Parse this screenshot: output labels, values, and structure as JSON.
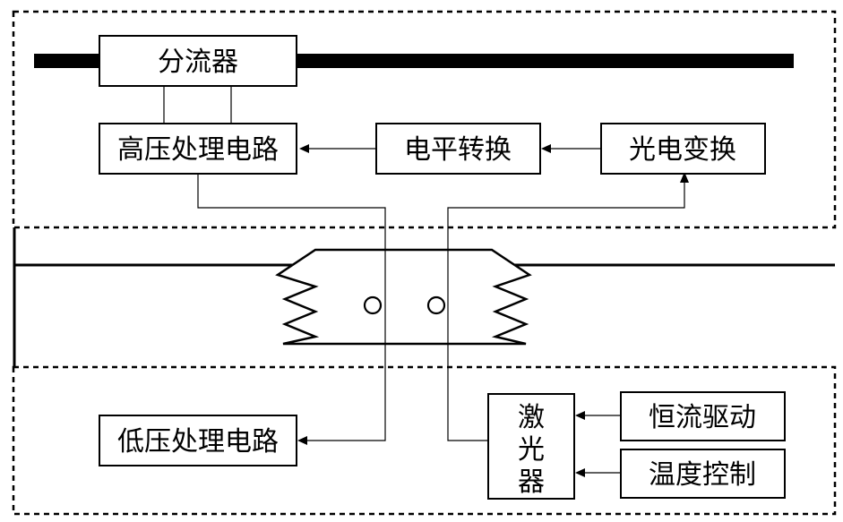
{
  "boxes": {
    "shunt": "分流器",
    "hv_processing": "高压处理电路",
    "level_shift": "电平转换",
    "opto_convert": "光电变换",
    "lv_processing": "低压处理电路",
    "laser_line1": "激",
    "laser_line2": "光",
    "laser_line3": "器",
    "constant_current": "恒流驱动",
    "temperature_control": "温度控制"
  }
}
